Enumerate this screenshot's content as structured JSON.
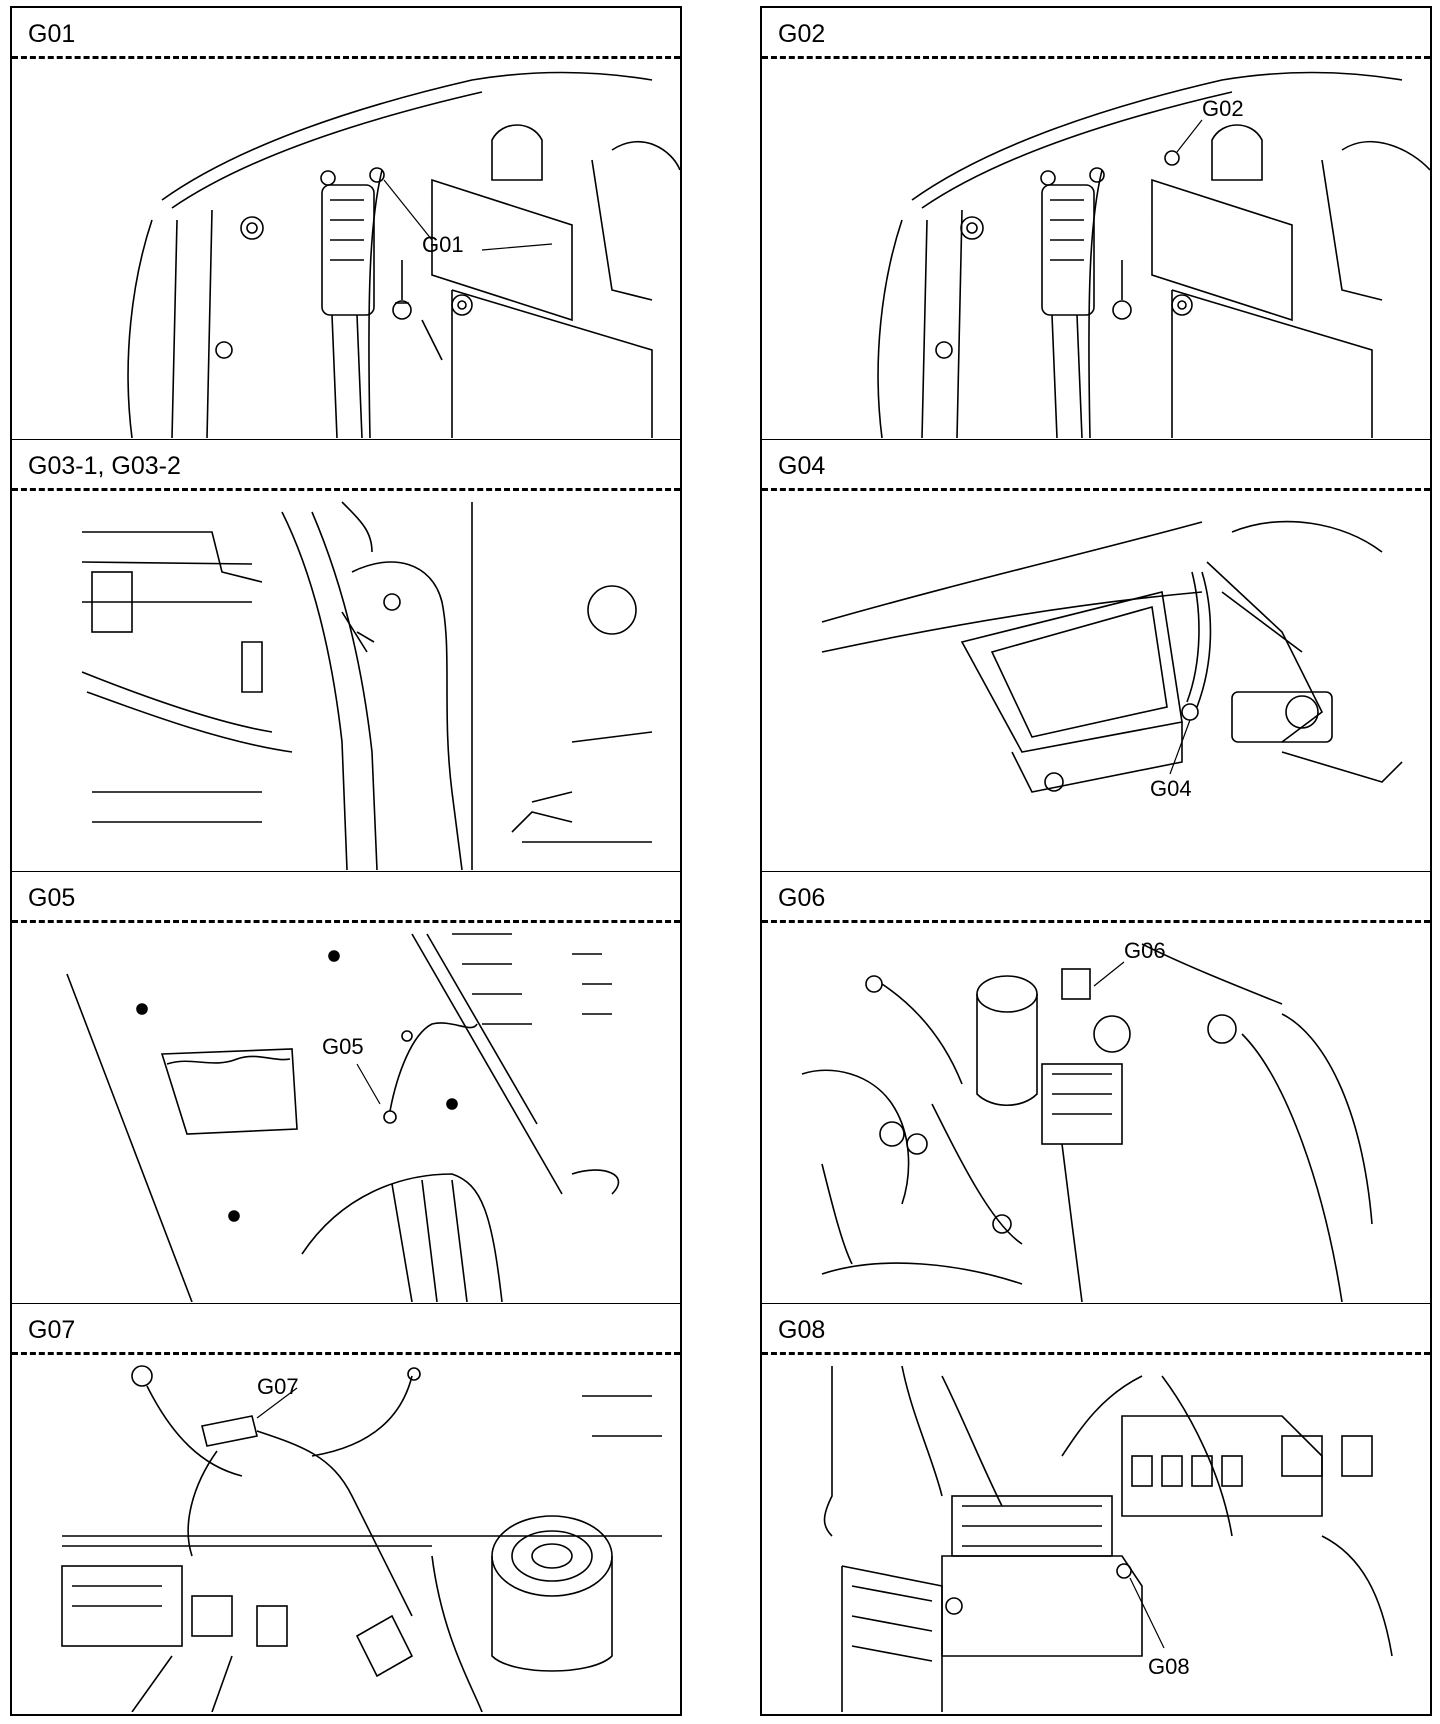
{
  "panels": [
    {
      "id": "g01",
      "title": "G01",
      "callout": "G01"
    },
    {
      "id": "g02",
      "title": "G02",
      "callout": "G02"
    },
    {
      "id": "g03",
      "title": "G03-1, G03-2",
      "callout": ""
    },
    {
      "id": "g04",
      "title": "G04",
      "callout": "G04"
    },
    {
      "id": "g05",
      "title": "G05",
      "callout": "G05"
    },
    {
      "id": "g06",
      "title": "G06",
      "callout": "G06"
    },
    {
      "id": "g07",
      "title": "G07",
      "callout": "G07"
    },
    {
      "id": "g08",
      "title": "G08",
      "callout": "G08"
    }
  ]
}
